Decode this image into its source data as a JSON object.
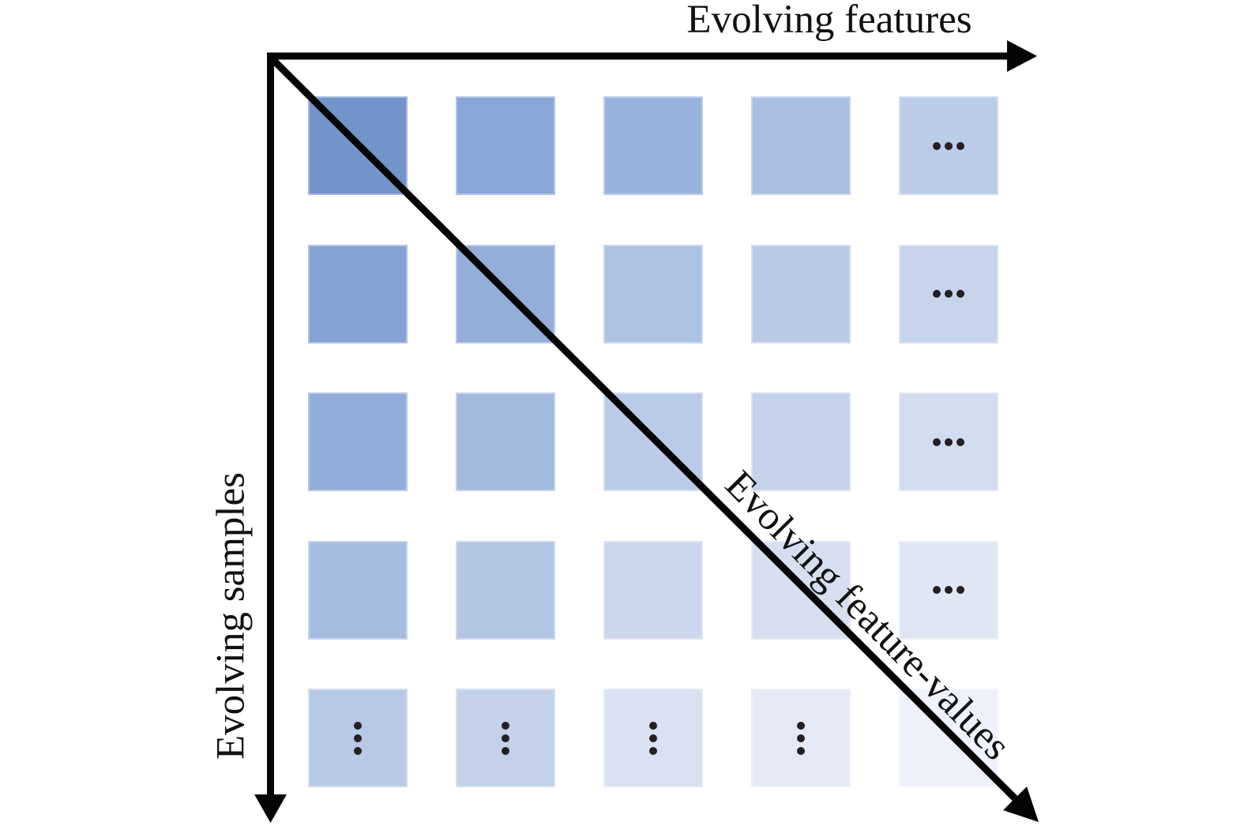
{
  "axes": {
    "x": {
      "label": "Evolving features"
    },
    "y": {
      "label": "Evolving samples"
    },
    "diagonal": {
      "label": "Evolving feature-values"
    }
  },
  "colors": {
    "arrow": "#050505",
    "dot": "#241f21",
    "background": "#ffffff"
  },
  "grid": {
    "rows": 5,
    "cols": 5,
    "cells": [
      [
        {
          "color": "#7394CB",
          "dots": ""
        },
        {
          "color": "#88A7D6",
          "dots": ""
        },
        {
          "color": "#9AB3DC",
          "dots": ""
        },
        {
          "color": "#AABFE2",
          "dots": ""
        },
        {
          "color": "#BACCE8",
          "dots": "h"
        }
      ],
      [
        {
          "color": "#84A3D3",
          "dots": ""
        },
        {
          "color": "#93AED9",
          "dots": ""
        },
        {
          "color": "#ADC1E3",
          "dots": ""
        },
        {
          "color": "#B9CAE7",
          "dots": ""
        },
        {
          "color": "#C6D4EC",
          "dots": "h"
        }
      ],
      [
        {
          "color": "#90ACD8",
          "dots": ""
        },
        {
          "color": "#A3BADF",
          "dots": ""
        },
        {
          "color": "#BACBE8",
          "dots": ""
        },
        {
          "color": "#C4D2EA",
          "dots": ""
        },
        {
          "color": "#D2DCEF",
          "dots": "h"
        }
      ],
      [
        {
          "color": "#A5BCE0",
          "dots": ""
        },
        {
          "color": "#B3C7E5",
          "dots": ""
        },
        {
          "color": "#CBD7ED",
          "dots": ""
        },
        {
          "color": "#D6DEF0",
          "dots": ""
        },
        {
          "color": "#E0E6F4",
          "dots": "h"
        }
      ],
      [
        {
          "color": "#B7C9E6",
          "dots": "v"
        },
        {
          "color": "#C3D2EA",
          "dots": "v"
        },
        {
          "color": "#D9E1F2",
          "dots": "v"
        },
        {
          "color": "#E4E9F5",
          "dots": "v"
        },
        {
          "color": "#EEF1F9",
          "dots": ""
        }
      ]
    ]
  }
}
